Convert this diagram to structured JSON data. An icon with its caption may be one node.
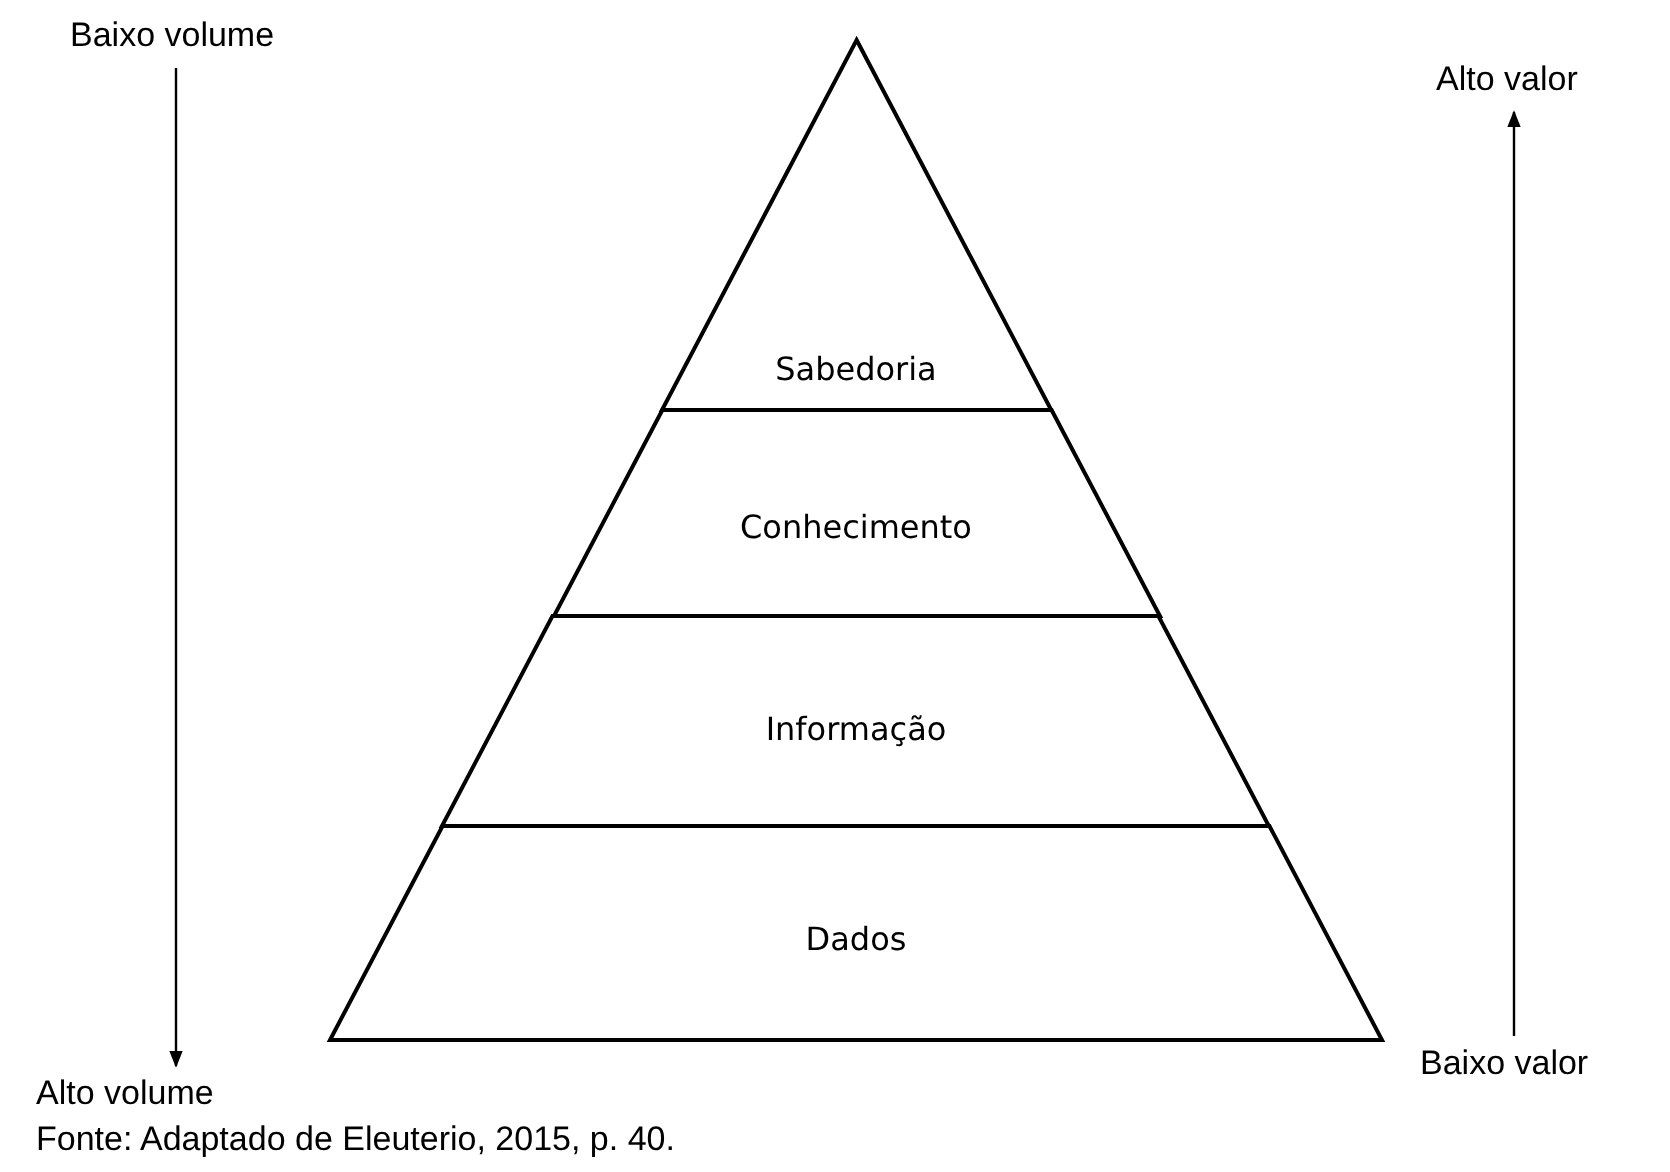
{
  "diagram": {
    "nodes": [
      {
        "text": [
          "Sabedoria"
        ]
      },
      {
        "text": [
          "Conhecimento"
        ]
      },
      {
        "text": [
          "Informação"
        ]
      },
      {
        "text": [
          "Dados"
        ]
      },
      {
        "text": [
          "Baixo volume"
        ]
      },
      {
        "text": [
          "Alto volume"
        ]
      },
      {
        "text": [
          "Alto valor"
        ]
      },
      {
        "text": [
          "Baixo valor"
        ]
      }
    ],
    "edges": [
      {
        "from": 4,
        "to": 5,
        "arrow": "to"
      },
      {
        "from": 7,
        "to": 6,
        "arrow": "to"
      }
    ],
    "caption": "Fonte: Adaptado de Eleuterio, 2015, p. 40."
  }
}
